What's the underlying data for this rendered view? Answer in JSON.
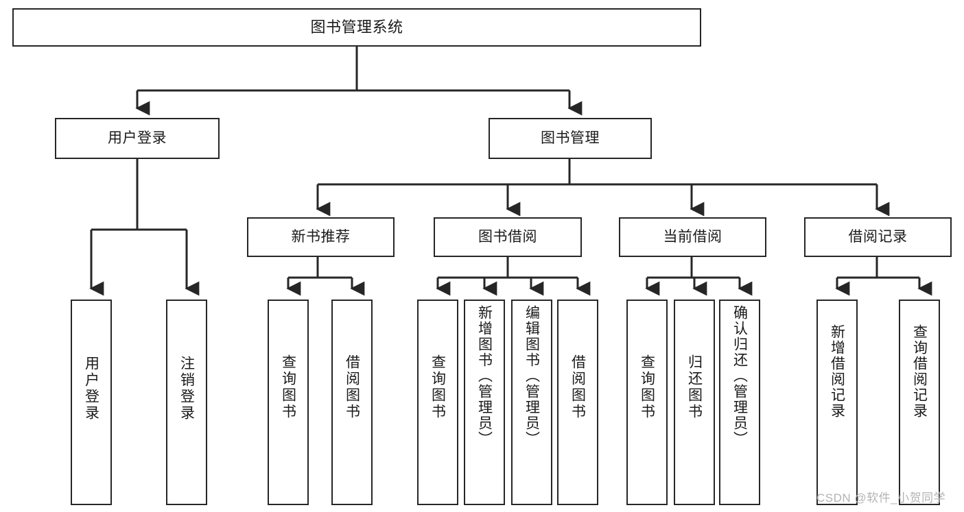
{
  "diagram": {
    "type": "tree-hierarchy",
    "title": "图书管理系统",
    "watermark": "CSDN @软件_小贺同学",
    "colors": {
      "stroke": "#262626",
      "fill": "#ffffff",
      "text": "#1a1a1a",
      "watermark": "#b3b3b3"
    },
    "nodes": {
      "root": {
        "label": "图书管理系统"
      },
      "level2": [
        {
          "id": "user-login",
          "label": "用户登录"
        },
        {
          "id": "book-manage",
          "label": "图书管理"
        }
      ],
      "level3": [
        {
          "id": "new-book-recommend",
          "label": "新书推荐"
        },
        {
          "id": "book-borrow",
          "label": "图书借阅"
        },
        {
          "id": "current-borrow",
          "label": "当前借阅"
        },
        {
          "id": "borrow-record",
          "label": "借阅记录"
        }
      ],
      "leaves": [
        {
          "id": "leaf-user-login",
          "label": "用户登录",
          "parent": "user-login"
        },
        {
          "id": "leaf-user-logout",
          "label": "注销登录",
          "parent": "user-login"
        },
        {
          "id": "leaf-query-book-1",
          "label": "查询图书",
          "parent": "new-book-recommend"
        },
        {
          "id": "leaf-borrow-book-1",
          "label": "借阅图书",
          "parent": "new-book-recommend"
        },
        {
          "id": "leaf-query-book-2",
          "label": "查询图书",
          "parent": "book-borrow"
        },
        {
          "id": "leaf-add-book",
          "label": "新增图书（管理员）",
          "parent": "book-borrow"
        },
        {
          "id": "leaf-edit-book",
          "label": "编辑图书（管理员）",
          "parent": "book-borrow"
        },
        {
          "id": "leaf-borrow-book-2",
          "label": "借阅图书",
          "parent": "book-borrow"
        },
        {
          "id": "leaf-query-book-3",
          "label": "查询图书",
          "parent": "current-borrow"
        },
        {
          "id": "leaf-return-book",
          "label": "归还图书",
          "parent": "current-borrow"
        },
        {
          "id": "leaf-confirm-return",
          "label": "确认归还（管理员）",
          "parent": "current-borrow"
        },
        {
          "id": "leaf-add-record",
          "label": "新增借阅记录",
          "parent": "borrow-record"
        },
        {
          "id": "leaf-query-record",
          "label": "查询借阅记录",
          "parent": "borrow-record"
        }
      ]
    }
  }
}
